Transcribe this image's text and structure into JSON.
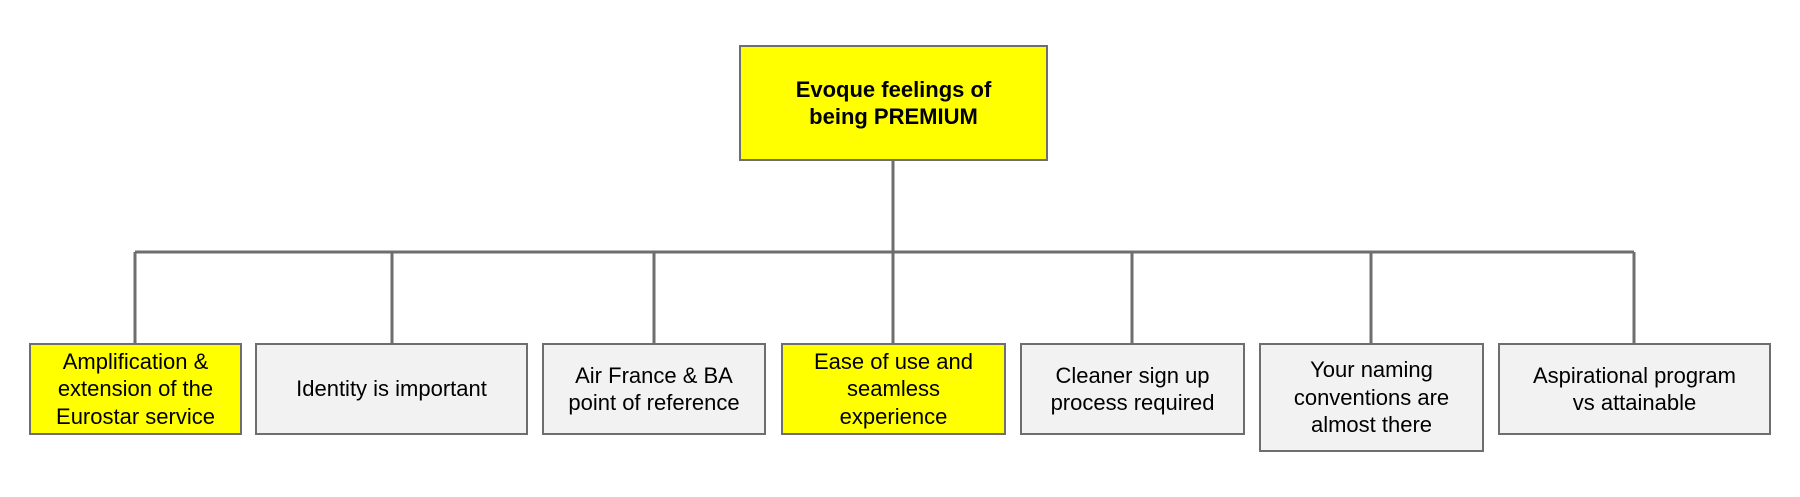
{
  "diagram": {
    "root": {
      "label": "Evoque feelings of\nbeing PREMIUM",
      "highlighted": true
    },
    "children": [
      {
        "label": "Amplification &\nextension of the\nEurostar service",
        "highlighted": true
      },
      {
        "label": "Identity is important",
        "highlighted": false
      },
      {
        "label": "Air France & BA\npoint of reference",
        "highlighted": false
      },
      {
        "label": "Ease of use and\nseamless\nexperience",
        "highlighted": true
      },
      {
        "label": "Cleaner sign up\nprocess required",
        "highlighted": false
      },
      {
        "label": "Your naming\nconventions are\nalmost there",
        "highlighted": false
      },
      {
        "label": "Aspirational program\nvs attainable",
        "highlighted": false
      }
    ],
    "colors": {
      "highlight": "#ffff00",
      "neutral": "#f2f2f2",
      "border": "#6e6e6e",
      "connector": "#6e6e6e"
    }
  }
}
